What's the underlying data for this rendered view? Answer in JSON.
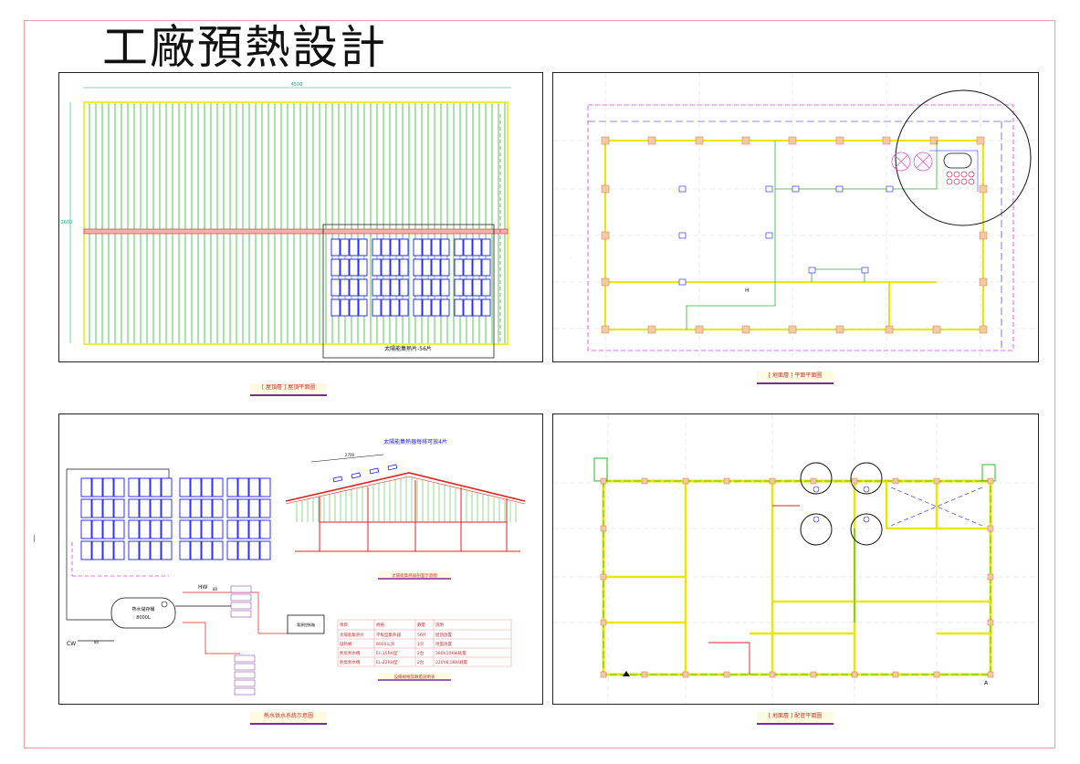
{
  "page": {
    "title": "工廠預熱設計"
  },
  "panels": {
    "roof_plan": {
      "caption": "[ 屋頂層 ] 屋頂平面圖",
      "solar_label": "太陽能集熱片-56片",
      "dim_top": "4500",
      "dim_left": "2600"
    },
    "ground_plan": {
      "caption": "[ 地面層 ] 平面平面圖",
      "pipe_tag": "H"
    },
    "system": {
      "caption": "熱水供水系統示意圖",
      "roof_title": "太陽能集熱器每排可放4片",
      "roof_dim": "2700",
      "section_caption": "太陽能集熱器剖面示意圖",
      "spec_caption": "設備規格及數量說明表",
      "hw_label": "HW",
      "cw_label": "CW",
      "tank_label": "熱水儲存桶",
      "tank_capacity": "8000L",
      "control_label": "電源控制箱",
      "flow_in": "80",
      "flow_out": "80",
      "table_header": [
        "項目",
        "規格",
        "數量",
        "說明"
      ],
      "table_rows": [
        [
          "太陽能集熱片",
          "平板型集熱器",
          "56片",
          "屋頂放置"
        ],
        [
          "儲熱桶",
          "8000公升",
          "1只",
          "地面放置"
        ],
        [
          "熱泵熱水機",
          "EL-15RH型",
          "2台",
          "380V10KW耗電"
        ],
        [
          "熱泵熱水機",
          "EL-22RH型",
          "2台",
          "220V8.5KW耗電"
        ]
      ]
    },
    "floor_plan": {
      "caption": "[ 地面層 ] 配管平面圖",
      "north_mark": "A"
    }
  },
  "colors": {
    "yellow": "#e8e800",
    "green": "#2fb52f",
    "red": "#e02020",
    "blue": "#1a1aff",
    "magenta": "#e040e0",
    "purple": "#7a2a9a"
  }
}
